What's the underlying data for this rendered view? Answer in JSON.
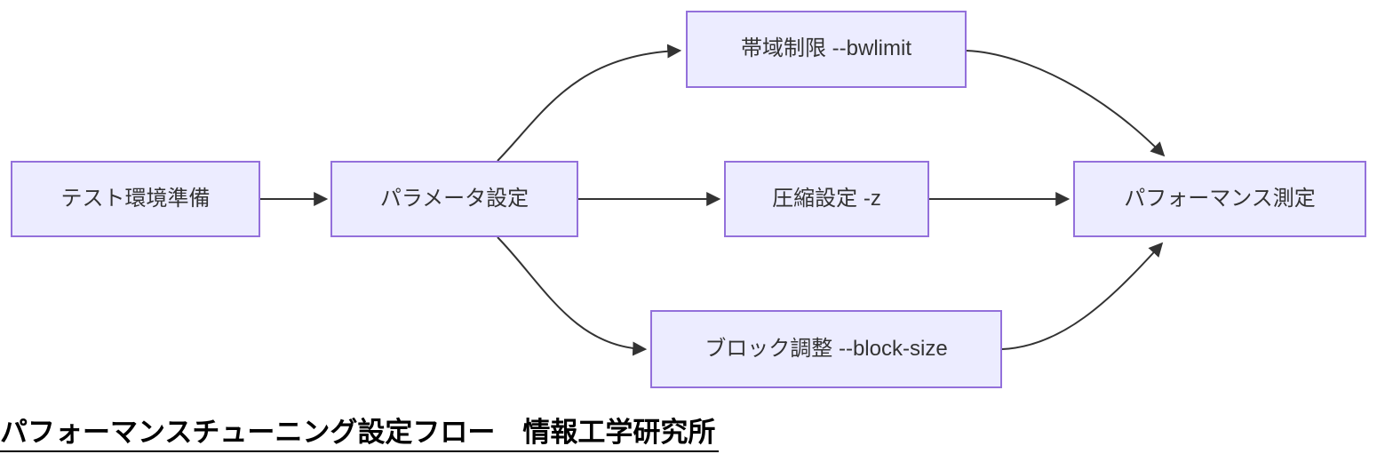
{
  "diagram": {
    "type": "flowchart",
    "direction": "left-to-right",
    "nodes": [
      {
        "id": "A",
        "label": "テスト環境準備"
      },
      {
        "id": "B",
        "label": "パラメータ設定"
      },
      {
        "id": "C",
        "label": "帯域制限 --bwlimit"
      },
      {
        "id": "D",
        "label": "圧縮設定 -z"
      },
      {
        "id": "E",
        "label": "ブロック調整 --block-size"
      },
      {
        "id": "F",
        "label": "パフォーマンス測定"
      }
    ],
    "edges": [
      {
        "from": "A",
        "to": "B"
      },
      {
        "from": "B",
        "to": "C"
      },
      {
        "from": "B",
        "to": "D"
      },
      {
        "from": "B",
        "to": "E"
      },
      {
        "from": "C",
        "to": "F"
      },
      {
        "from": "D",
        "to": "F"
      },
      {
        "from": "E",
        "to": "F"
      }
    ],
    "colors": {
      "node_fill": "#ECECFF",
      "node_border": "#9370DB",
      "edge_line": "#333333",
      "node_text": "#333333",
      "caption_text": "#000000"
    }
  },
  "caption": {
    "text": "パフォーマンスチューニング設定フロー　情報工学研究所"
  }
}
